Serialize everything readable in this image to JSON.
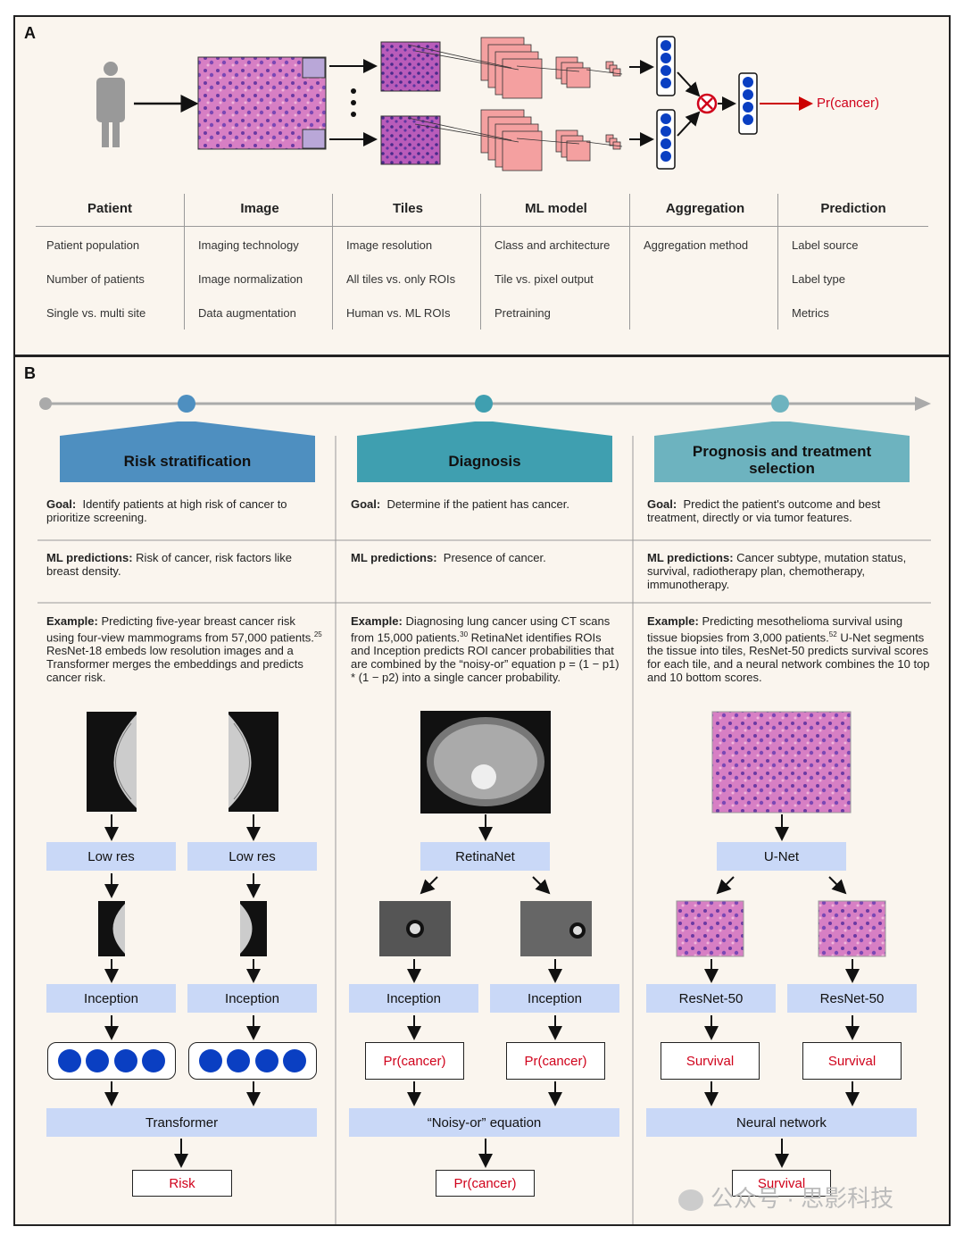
{
  "panel_a": {
    "label": "A",
    "output_label": "Pr(cancer)",
    "columns": [
      {
        "head": "Patient",
        "items": [
          "Patient population",
          "Number of patients",
          "Single vs. multi site"
        ]
      },
      {
        "head": "Image",
        "items": [
          "Imaging technology",
          "Image normalization",
          "Data augmentation"
        ]
      },
      {
        "head": "Tiles",
        "items": [
          "Image resolution",
          "All tiles vs. only ROIs",
          "Human vs. ML ROIs"
        ]
      },
      {
        "head": "ML model",
        "items": [
          "Class and architecture",
          "Tile vs. pixel output",
          "Pretraining"
        ]
      },
      {
        "head": "Aggregation",
        "items": [
          "Aggregation method",
          "",
          ""
        ]
      },
      {
        "head": "Prediction",
        "items": [
          "Label source",
          "Label type",
          "Metrics"
        ]
      }
    ]
  },
  "panel_b": {
    "label": "B",
    "columns": [
      {
        "title": "Risk stratification",
        "color": "#4e8fc0",
        "goal_label": "Goal:",
        "goal": "Identify patients at high risk of cancer to prioritize screening.",
        "ml_label": "ML predictions:",
        "ml": "Risk of cancer, risk factors like breast density.",
        "example_label": "Example:",
        "example": "Predicting five-year breast cancer risk using four-view mammograms from 57,000 patients.",
        "example_ref": "25",
        "example_tail": "ResNet-18 embeds low resolution images and a Transformer merges the embeddings and predicts cancer risk.",
        "step1": [
          "Low res",
          "Low res"
        ],
        "step2": [
          "Inception",
          "Inception"
        ],
        "merge": "Transformer",
        "output": "Risk"
      },
      {
        "title": "Diagnosis",
        "color": "#3f9fb0",
        "goal_label": "Goal:",
        "goal": "Determine if the patient has cancer.",
        "ml_label": "ML predictions:",
        "ml": "Presence of cancer.",
        "example_label": "Example:",
        "example": "Diagnosing lung cancer using CT scans from 15,000 patients.",
        "example_ref": "30",
        "example_tail": "RetinaNet identifies ROIs and Inception predicts ROI cancer probabilities that are combined by the “noisy-or” equation p = (1 − p1) * (1 − p2) into a single cancer probability.",
        "step1": [
          "RetinaNet"
        ],
        "step2": [
          "Inception",
          "Inception"
        ],
        "step3": [
          "Pr(cancer)",
          "Pr(cancer)"
        ],
        "merge": "“Noisy-or” equation",
        "output": "Pr(cancer)"
      },
      {
        "title": "Prognosis and treatment selection",
        "color": "#6db3bf",
        "goal_label": "Goal:",
        "goal": "Predict the patient's outcome and best treatment, directly or via tumor features.",
        "ml_label": "ML predictions:",
        "ml": "Cancer subtype, mutation status, survival, radiotherapy plan, chemotherapy, immunotherapy.",
        "example_label": "Example:",
        "example": "Predicting mesothelioma survival using tissue biopsies from 3,000 patients.",
        "example_ref": "52",
        "example_tail": "U-Net segments the tissue into tiles, ResNet-50 predicts survival scores for each tile, and a neural network combines the 10 top and 10 bottom scores.",
        "step1": [
          "U-Net"
        ],
        "step2": [
          "ResNet-50",
          "ResNet-50"
        ],
        "step3": [
          "Survival",
          "Survival"
        ],
        "merge": "Neural network",
        "output": "Survival"
      }
    ]
  },
  "watermark": "公众号 · 思影科技",
  "colors": {
    "output_red": "#d0021b",
    "box_blue": "#c9d8f7",
    "dot_blue": "#0a3fc2",
    "tile_pink": "#f4a0a0"
  }
}
